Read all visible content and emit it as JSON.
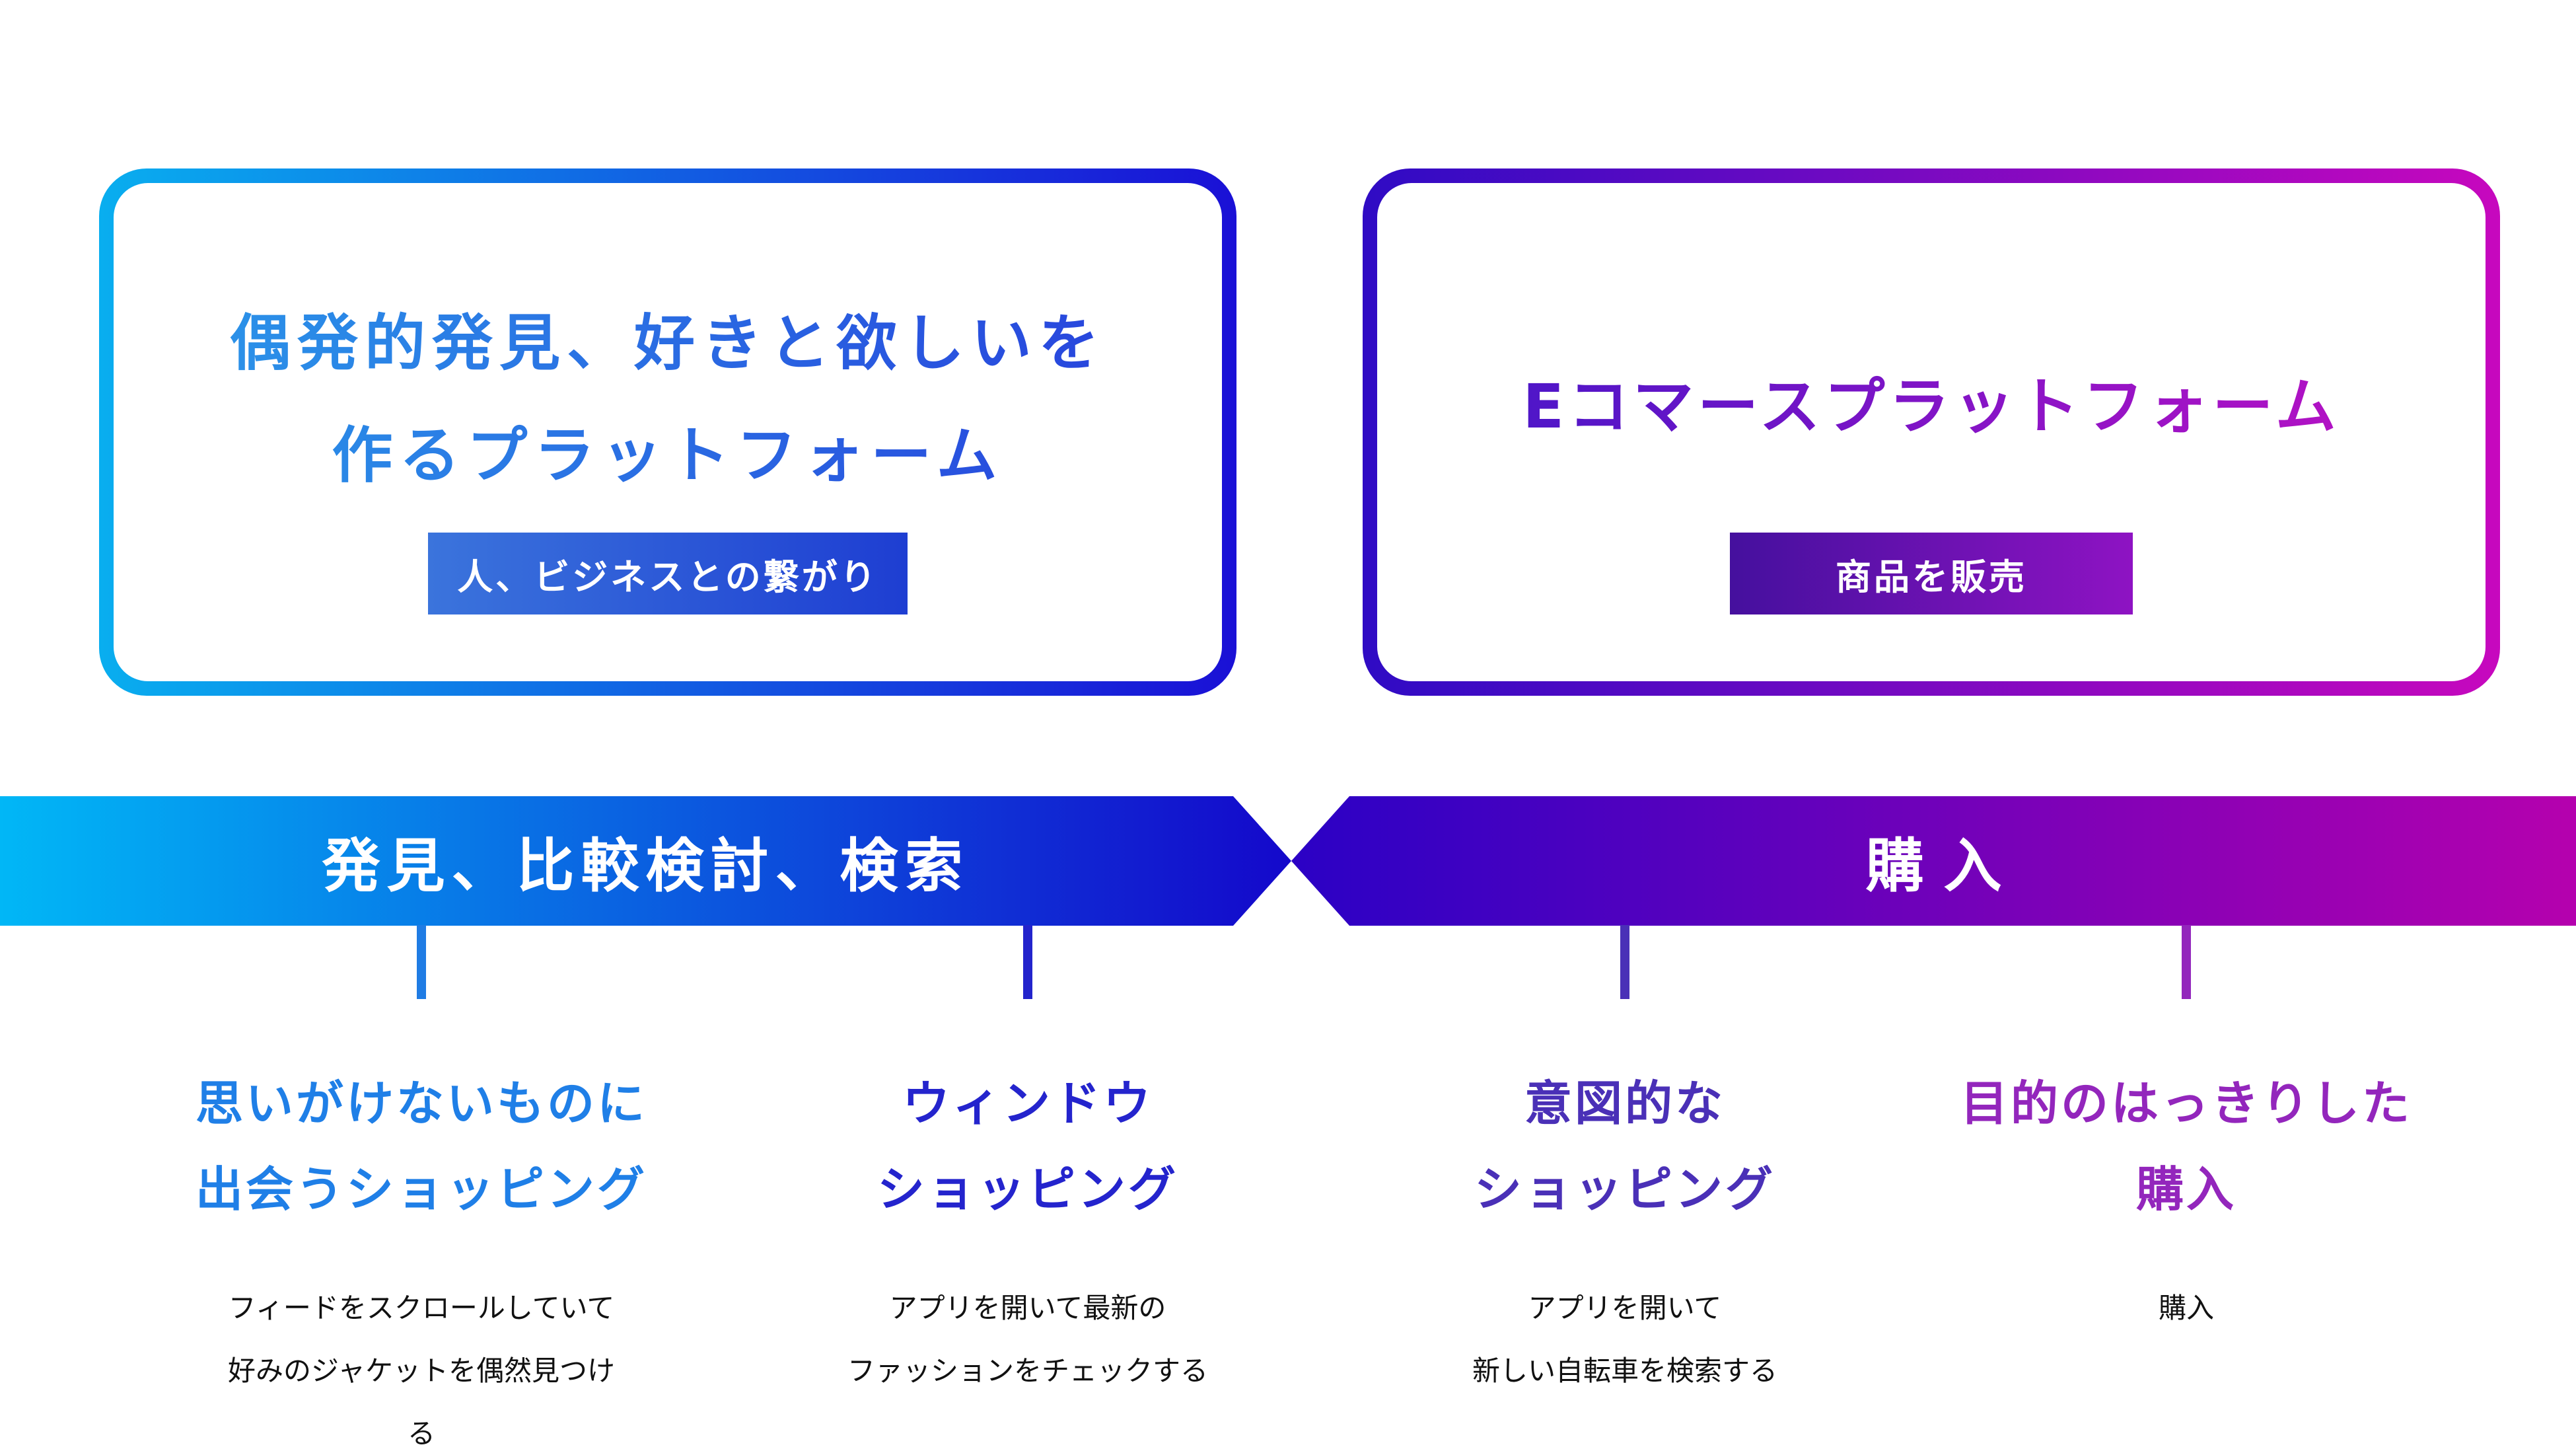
{
  "page": {
    "background": "#ffffff",
    "description": "customer journey diagram comparing a discovery platform and an e-commerce platform"
  },
  "cards": {
    "left": {
      "title_lines": [
        "偶発的発見、好きと欲しいを",
        "作るプラットフォーム"
      ],
      "badge_label": "人、ビジネスとの繋がり",
      "title_gradient": [
        "#2B97E9",
        "#2840DC"
      ],
      "border_gradient": [
        "#09AEEF",
        "#1A10D6"
      ],
      "badge_gradient": [
        "#3B74DC",
        "#1E3ED2"
      ]
    },
    "right": {
      "title": "Eコマースプラットフォーム",
      "badge_label": "商品を販売",
      "title_gradient": [
        "#4316C8",
        "#BE12C4"
      ],
      "border_gradient": [
        "#2F0BC4",
        "#C708BE"
      ],
      "badge_gradient": [
        "#45109E",
        "#8E13C3"
      ]
    }
  },
  "flow": {
    "stages": [
      {
        "label": "発見、比較検討、検索",
        "gradient": [
          "#01B7F6",
          "#1408CB"
        ]
      },
      {
        "label": "購入",
        "gradient": [
          "#2B01C5",
          "#B501AE"
        ]
      }
    ]
  },
  "columns": [
    {
      "heading_lines": [
        "思いがけないものに",
        "出会うショッピング"
      ],
      "desc_lines": [
        "フィードをスクロールしていて",
        "好みのジャケットを偶然見つけ",
        "る"
      ],
      "accent": "#1F7FE7"
    },
    {
      "heading_lines": [
        "ウィンドウ",
        "ショッピング"
      ],
      "desc_lines": [
        "アプリを開いて最新の",
        "ファッションをチェックする"
      ],
      "accent": "#2424CD"
    },
    {
      "heading_lines": [
        "意図的な",
        "ショッピング"
      ],
      "desc_lines": [
        "アプリを開いて",
        "新しい自転車を検索する"
      ],
      "accent": "#4A30B7"
    },
    {
      "heading_lines": [
        "目的のはっきりした",
        "購入"
      ],
      "desc_lines": [
        "購入"
      ],
      "accent": "#9326BC"
    }
  ]
}
